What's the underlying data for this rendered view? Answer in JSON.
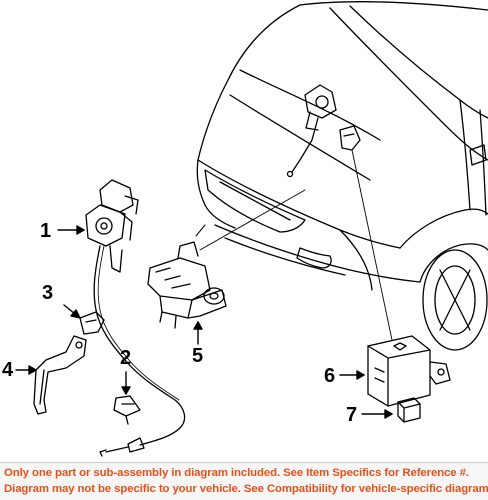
{
  "callouts": [
    {
      "id": 1,
      "label": "1"
    },
    {
      "id": 2,
      "label": "2"
    },
    {
      "id": 3,
      "label": "3"
    },
    {
      "id": 4,
      "label": "4"
    },
    {
      "id": 5,
      "label": "5"
    },
    {
      "id": 6,
      "label": "6"
    },
    {
      "id": 7,
      "label": "7"
    }
  ],
  "notice": {
    "line1": "Only one part or sub-assembly in diagram included. See Item Specifics for Reference #.",
    "line2": "Diagram may not be specific to your vehicle. See Compatibility for vehicle-specific diagrams.",
    "color": "#e8501a"
  }
}
